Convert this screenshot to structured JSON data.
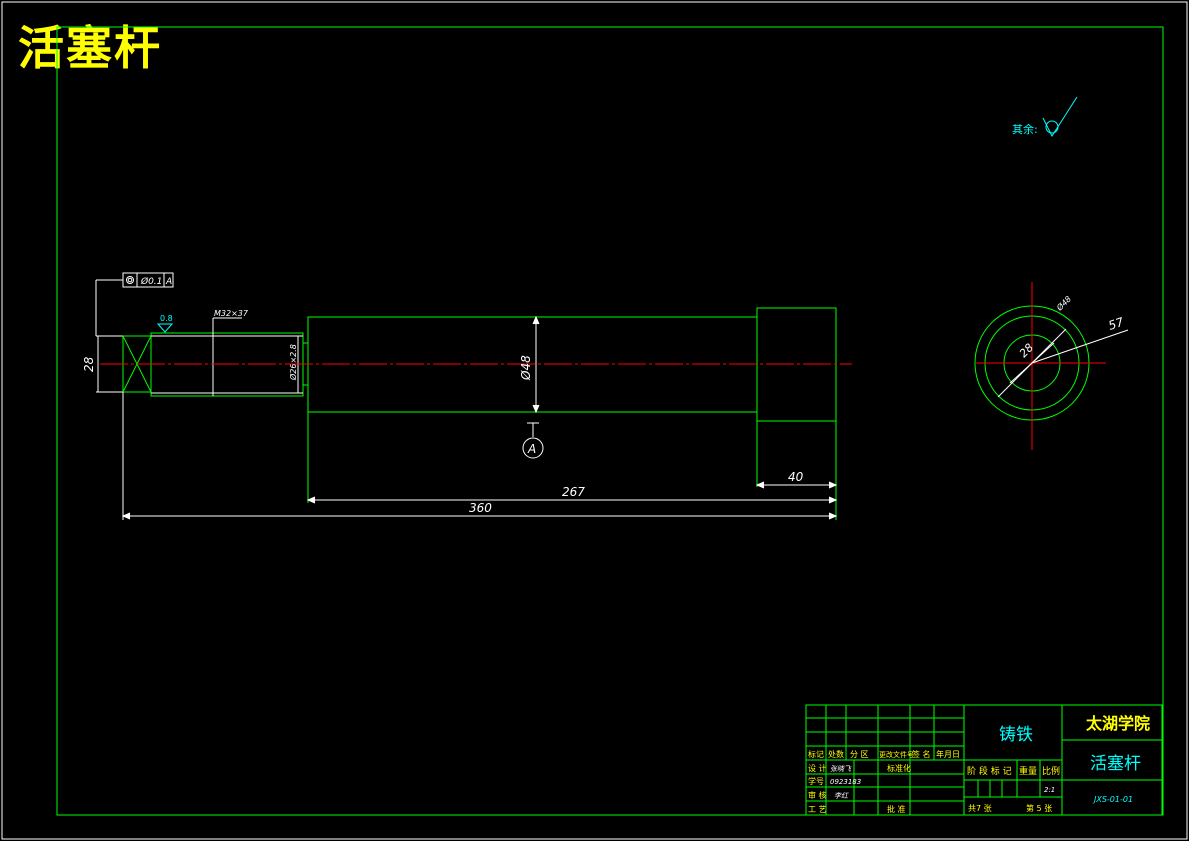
{
  "title": "活塞杆",
  "roughness": {
    "label": "其余:",
    "value": ""
  },
  "tolerance_frame": {
    "symbol": "◎",
    "value": "Ø0.1",
    "datum": "A"
  },
  "side_roughness": "0.8",
  "thread_label": "M32×37",
  "dims": {
    "left_height": "28",
    "inner_dia": "Ø26×2.8",
    "main_dia": "Ø48",
    "len_head": "40",
    "len_body": "267",
    "len_total": "360",
    "datum_label": "A",
    "end_outer": "Ø48",
    "end_inner": "28",
    "end_side": "57"
  },
  "title_block": {
    "material": "铸铁",
    "school": "太湖学院",
    "part_name": "活塞杆",
    "drawing_no": "JXS-01-01",
    "rev_headers": [
      "标记",
      "处数",
      "分 区",
      "更改文件号",
      "签 名",
      "年月日"
    ],
    "row_design": "设 计",
    "row_design_name": "张晓飞",
    "row_std": "标准化",
    "row_check": "审 核",
    "row_check_name": "李红",
    "row_process": "工 艺",
    "row_approve": "批 准",
    "row_id": "0923183",
    "row_sign": "学号",
    "stage_labels": [
      "阶 段 标 记",
      "重量",
      "比例"
    ],
    "scale": "2:1",
    "sheets": "共7 张",
    "sheet_no": "第 5 张"
  }
}
